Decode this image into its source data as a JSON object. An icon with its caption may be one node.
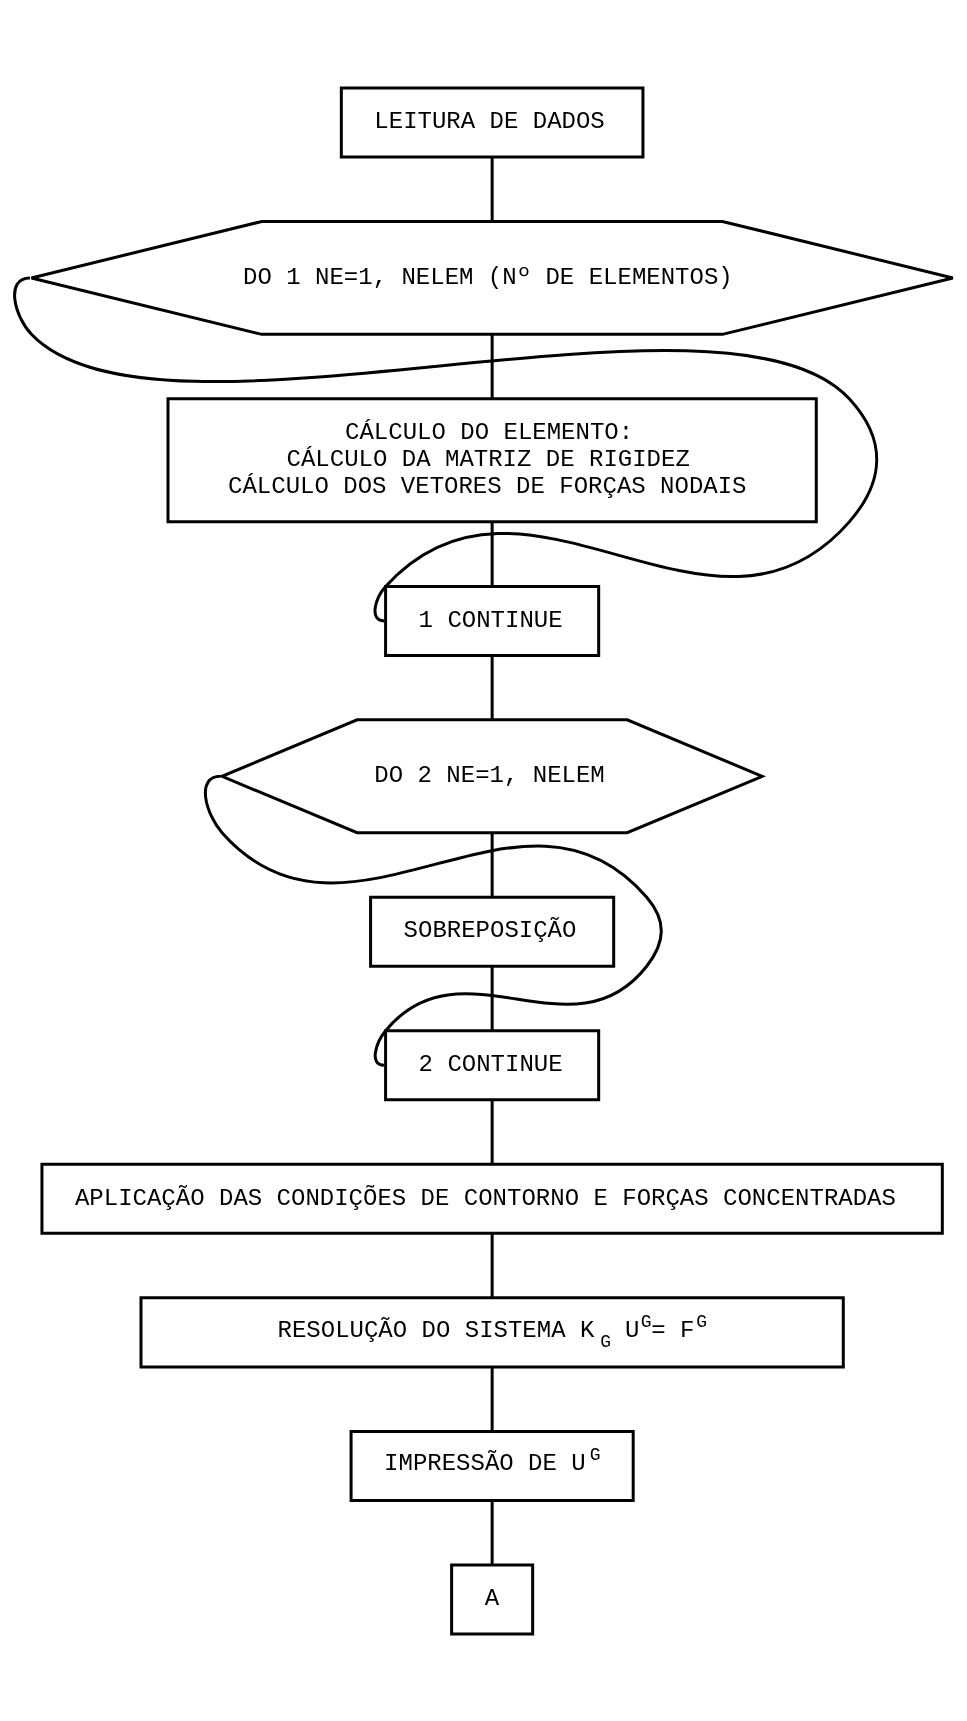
{
  "diagram": {
    "nodes": [
      {
        "text": [
          "LEITURA DE DADOS"
        ]
      },
      {
        "text": [
          "DO 1 NE=1, NELEM (Nº DE ELEMENTOS)"
        ]
      },
      {
        "text": [
          "CÁLCULO DO ELEMENTO:",
          "CÁLCULO DA MATRIZ DE RIGIDEZ",
          "CÁLCULO DOS VETORES DE FORÇAS NODAIS"
        ]
      },
      {
        "text": [
          "1 CONTINUE"
        ]
      },
      {
        "text": [
          "DO 2 NE=1, NELEM"
        ]
      },
      {
        "text": [
          "SOBREPOSIÇÃO"
        ]
      },
      {
        "text": [
          "2 CONTINUE"
        ]
      },
      {
        "text": [
          "APLICAÇÃO DAS CONDIÇÕES DE CONTORNO E FORÇAS CONCENTRADAS"
        ]
      },
      {
        "text": [
          "RESOLUÇÃO DO SISTEMA K$_{G}$ U$^{G}$= F$^{G}$"
        ]
      },
      {
        "text": [
          "IMPRESSÃO DE U$^{G}$"
        ]
      },
      {
        "text": [
          "A"
        ]
      }
    ],
    "edges": [
      {
        "from": 0,
        "to": 1,
        "arrow": "none"
      },
      {
        "from": 1,
        "to": 2,
        "arrow": "none"
      },
      {
        "from": 2,
        "to": 3,
        "arrow": "none"
      },
      {
        "from": 3,
        "to": 1,
        "arrow": "none"
      },
      {
        "from": 3,
        "to": 4,
        "arrow": "none"
      },
      {
        "from": 4,
        "to": 5,
        "arrow": "none"
      },
      {
        "from": 5,
        "to": 6,
        "arrow": "none"
      },
      {
        "from": 6,
        "to": 4,
        "arrow": "none"
      },
      {
        "from": 6,
        "to": 7,
        "arrow": "none"
      },
      {
        "from": 7,
        "to": 8,
        "arrow": "none"
      },
      {
        "from": 8,
        "to": 9,
        "arrow": "none"
      },
      {
        "from": 9,
        "to": 10,
        "arrow": "none"
      }
    ]
  }
}
